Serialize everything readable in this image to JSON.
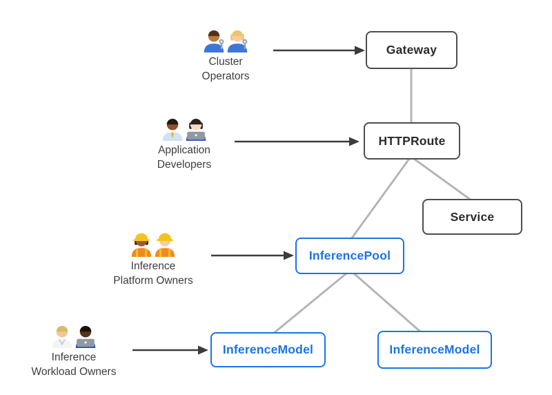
{
  "diagram": {
    "nodes": [
      {
        "id": "gateway",
        "label": "Gateway",
        "category": "core"
      },
      {
        "id": "httproute",
        "label": "HTTPRoute",
        "category": "core"
      },
      {
        "id": "service",
        "label": "Service",
        "category": "core"
      },
      {
        "id": "inferencepool",
        "label": "InferencePool",
        "category": "extension"
      },
      {
        "id": "inferencemodel-left",
        "label": "InferenceModel",
        "category": "extension"
      },
      {
        "id": "inferencemodel-right",
        "label": "InferenceModel",
        "category": "extension"
      }
    ],
    "personas": [
      {
        "id": "cluster-operators",
        "line1": "Cluster",
        "line2": "Operators",
        "emoji": "👨🏽‍🔧👩🏼‍🔧",
        "points_to": "Gateway"
      },
      {
        "id": "application-developers",
        "line1": "Application",
        "line2": "Developers",
        "emoji": "👨🏾‍💼👩🏻‍💻",
        "points_to": "HTTPRoute"
      },
      {
        "id": "inference-platform-owners",
        "line1": "Inference",
        "line2": "Platform Owners",
        "emoji": "👷🏾‍♀️👷🏻",
        "points_to": "InferencePool"
      },
      {
        "id": "inference-workload-owners",
        "line1": "Inference",
        "line2": "Workload Owners",
        "emoji": "🧑🏼‍⚕️🧑🏿‍💻",
        "points_to": "InferenceModel"
      }
    ],
    "edges": [
      {
        "from": "Gateway",
        "to": "HTTPRoute",
        "style": "gray-line"
      },
      {
        "from": "HTTPRoute",
        "to": "InferencePool",
        "style": "gray-line"
      },
      {
        "from": "HTTPRoute",
        "to": "Service",
        "style": "gray-line"
      },
      {
        "from": "InferencePool",
        "to": "InferenceModel (left)",
        "style": "gray-line"
      },
      {
        "from": "InferencePool",
        "to": "InferenceModel (right)",
        "style": "gray-line"
      }
    ],
    "colors": {
      "core_border": "#4d4d4d",
      "extension_blue": "#1a73e8",
      "connector_gray": "#b5b5b5",
      "arrow_dark": "#3c3c3c",
      "node_text": "#2b2b2b",
      "label_text": "#3d3d3d",
      "background": "#ffffff"
    }
  }
}
